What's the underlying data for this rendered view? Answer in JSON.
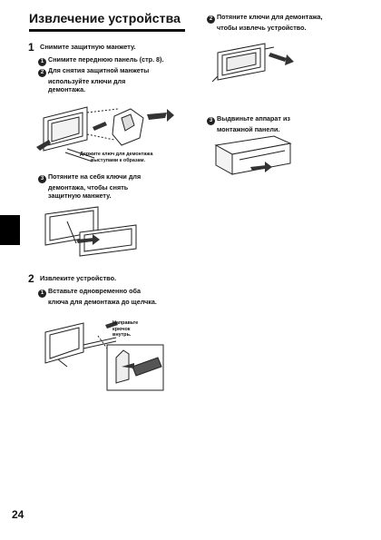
{
  "title": "Извлечение устройства",
  "page_number": "24",
  "left": {
    "step1": {
      "num": "1",
      "heading": "Снимите защитную манжету.",
      "item1": "Снимите переднюю панель (стр. 8).",
      "item2_line1": "Для снятия защитной манжеты",
      "item2_line2": "используйте ключи для",
      "item2_line3": "демонтажа.",
      "note_line1": "Держите ключ для демонтажа",
      "note_line2": "выступами к образам.",
      "item3_line1": "Потяните на себя ключи для",
      "item3_line2": "демонтажа, чтобы снять",
      "item3_line3": "защитную манжету."
    },
    "step2": {
      "num": "2",
      "heading": "Извлеките устройство.",
      "item1_line1": "Вставьте одновременно оба",
      "item1_line2": "ключа для демонтажа до щелчка.",
      "note_line1": "Направьте",
      "note_line2": "крючок",
      "note_line3": "внутрь."
    }
  },
  "right": {
    "item2_line1": "Потяните ключи для демонтажа,",
    "item2_line2": "чтобы извлечь устройство.",
    "item3_line1": "Выдвиньте аппарат из",
    "item3_line2": "монтажной панели."
  },
  "markers": {
    "m1": "1",
    "m2": "2",
    "m3": "3"
  }
}
